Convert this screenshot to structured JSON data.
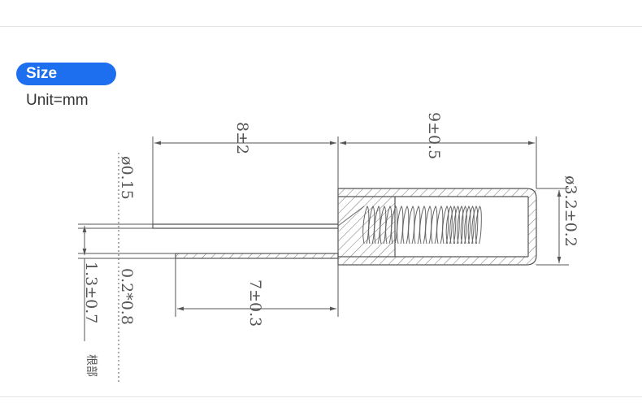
{
  "section": {
    "badge_label": "Size",
    "unit_label": "Unit=mm"
  },
  "diagram": {
    "dimensions": {
      "wire_extension": "8±2",
      "body_length": "9±0.5",
      "wire_diameter": "ø0.15",
      "pin_size": "0.2*0.8",
      "pin_length": "7±0.3",
      "body_diameter": "ø3.2±0.2",
      "root_offset": "1.3±0.7",
      "root_note": "根部"
    },
    "colors": {
      "line": "#555555",
      "hatch": "#777777",
      "badge": "#1e6ff0"
    }
  }
}
